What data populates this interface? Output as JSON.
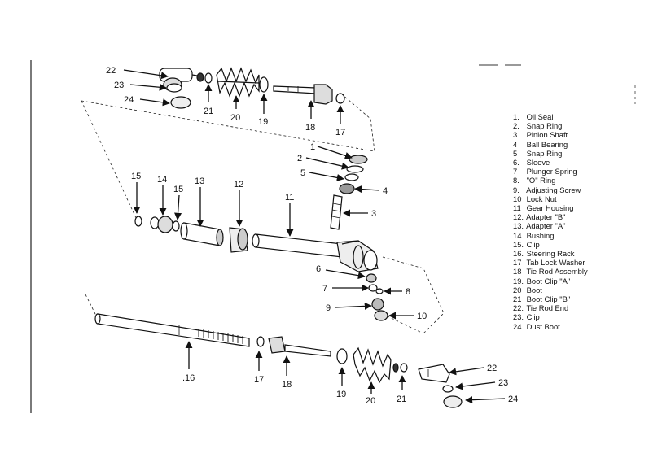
{
  "diagram": {
    "callouts": [
      {
        "id": "c22a",
        "text": "22"
      },
      {
        "id": "c23a",
        "text": "23"
      },
      {
        "id": "c24a",
        "text": "24"
      },
      {
        "id": "c21a",
        "text": "21"
      },
      {
        "id": "c20a",
        "text": "20"
      },
      {
        "id": "c19a",
        "text": "19"
      },
      {
        "id": "c18a",
        "text": "18"
      },
      {
        "id": "c17a",
        "text": "17"
      },
      {
        "id": "c1",
        "text": "1"
      },
      {
        "id": "c2",
        "text": "2"
      },
      {
        "id": "c5",
        "text": "5"
      },
      {
        "id": "c4",
        "text": "4"
      },
      {
        "id": "c3",
        "text": "3"
      },
      {
        "id": "c15a",
        "text": "15"
      },
      {
        "id": "c14",
        "text": "14"
      },
      {
        "id": "c15b",
        "text": "15"
      },
      {
        "id": "c13",
        "text": "13"
      },
      {
        "id": "c12",
        "text": "12"
      },
      {
        "id": "c11",
        "text": "11"
      },
      {
        "id": "c6",
        "text": "6"
      },
      {
        "id": "c7",
        "text": "7"
      },
      {
        "id": "c8",
        "text": "8"
      },
      {
        "id": "c9",
        "text": "9"
      },
      {
        "id": "c10",
        "text": "10"
      },
      {
        "id": "c16",
        "text": ".16"
      },
      {
        "id": "c17b",
        "text": "17"
      },
      {
        "id": "c18b",
        "text": "18"
      },
      {
        "id": "c19b",
        "text": "19"
      },
      {
        "id": "c20b",
        "text": "20"
      },
      {
        "id": "c21b",
        "text": "21"
      },
      {
        "id": "c22b",
        "text": "22"
      },
      {
        "id": "c23b",
        "text": "23"
      },
      {
        "id": "c24b",
        "text": "24"
      }
    ]
  },
  "legend": {
    "items": [
      {
        "num": "1.",
        "label": "Oil Seal"
      },
      {
        "num": "2.",
        "label": "Snap Ring"
      },
      {
        "num": "3.",
        "label": "Pinion Shaft"
      },
      {
        "num": "4",
        "label": "Ball Bearing"
      },
      {
        "num": "5",
        "label": "Snap Ring"
      },
      {
        "num": "6.",
        "label": "Sleeve"
      },
      {
        "num": "7",
        "label": "Plunger Spring"
      },
      {
        "num": "8.",
        "label": "\"O\" Ring"
      },
      {
        "num": "9.",
        "label": "Adjusting Screw"
      },
      {
        "num": "10",
        "label": "Lock Nut"
      },
      {
        "num": "11",
        "label": "Gear Housing"
      },
      {
        "num": "12.",
        "label": "Adapter \"B\""
      },
      {
        "num": "13.",
        "label": "Adapter \"A\""
      },
      {
        "num": "14.",
        "label": "Bushing"
      },
      {
        "num": "15.",
        "label": "Clip"
      },
      {
        "num": "16.",
        "label": "Steering Rack"
      },
      {
        "num": "17",
        "label": "Tab Lock Washer"
      },
      {
        "num": "18",
        "label": "Tie Rod Assembly"
      },
      {
        "num": "19.",
        "label": "Boot Clip \"A\""
      },
      {
        "num": "20",
        "label": "Boot"
      },
      {
        "num": "21",
        "label": "Boot Clip \"B\""
      },
      {
        "num": "22.",
        "label": "Tie Rod End"
      },
      {
        "num": "23.",
        "label": "Clip"
      },
      {
        "num": "24.",
        "label": "Dust Boot"
      }
    ]
  }
}
